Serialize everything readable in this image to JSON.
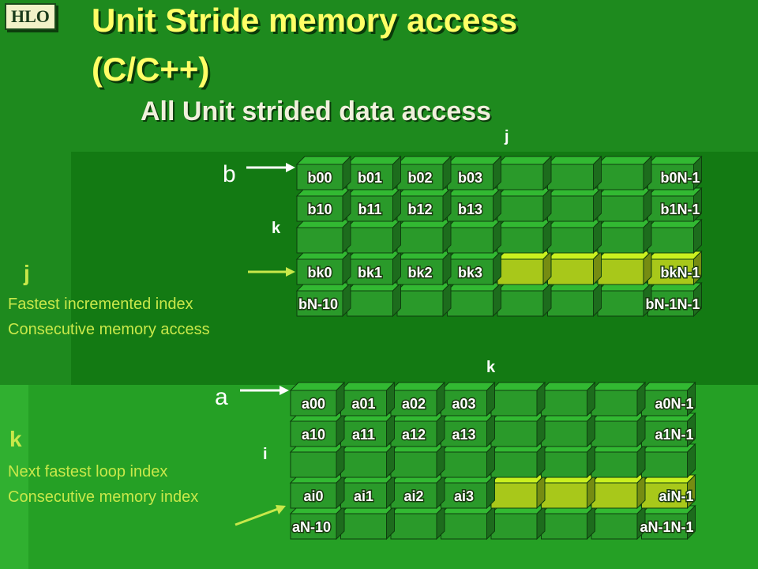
{
  "badge": "HLO",
  "title_line1": "Unit Stride memory access",
  "title_line2": "(C/C++)",
  "subtitle": "All Unit strided data access",
  "b_matrix": {
    "name": "b",
    "col_index": "j",
    "row_index": "k",
    "rows": [
      [
        "b00",
        "b01",
        "b02",
        "b03",
        "",
        "",
        "",
        "b0N-1"
      ],
      [
        "b10",
        "b11",
        "b12",
        "b13",
        "",
        "",
        "",
        "b1N-1"
      ],
      [
        "",
        "",
        "",
        "",
        "",
        "",
        "",
        ""
      ],
      [
        "bk0",
        "bk1",
        "bk2",
        "bk3",
        "",
        "",
        "",
        "bkN-1"
      ],
      [
        "bN-10",
        "",
        "",
        "",
        "",
        "",
        "",
        "bN-1N-1"
      ]
    ],
    "highlight_row": 3
  },
  "a_matrix": {
    "name": "a",
    "col_index": "k",
    "row_index": "i",
    "rows": [
      [
        "a00",
        "a01",
        "a02",
        "a03",
        "",
        "",
        "",
        "a0N-1"
      ],
      [
        "a10",
        "a11",
        "a12",
        "a13",
        "",
        "",
        "",
        "a1N-1"
      ],
      [
        "",
        "",
        "",
        "",
        "",
        "",
        "",
        ""
      ],
      [
        "ai0",
        "ai1",
        "ai2",
        "ai3",
        "",
        "",
        "",
        "aiN-1"
      ],
      [
        "aN-10",
        "",
        "",
        "",
        "",
        "",
        "",
        "aN-1N-1"
      ]
    ],
    "highlight_row": 3
  },
  "left_notes": {
    "j_label": "j",
    "j_line1": "Fastest incremented index",
    "j_line2": "Consecutive memory access",
    "k_label": "k",
    "k_line1": "Next fastest loop index",
    "k_line2": "Consecutive memory index"
  },
  "colors": {
    "background": "#1e8a1e",
    "cell_fill": "#2a9a2a",
    "highlight_fill": "#a8c81a",
    "title": "#ffff66",
    "annotation": "#c8e84a"
  }
}
